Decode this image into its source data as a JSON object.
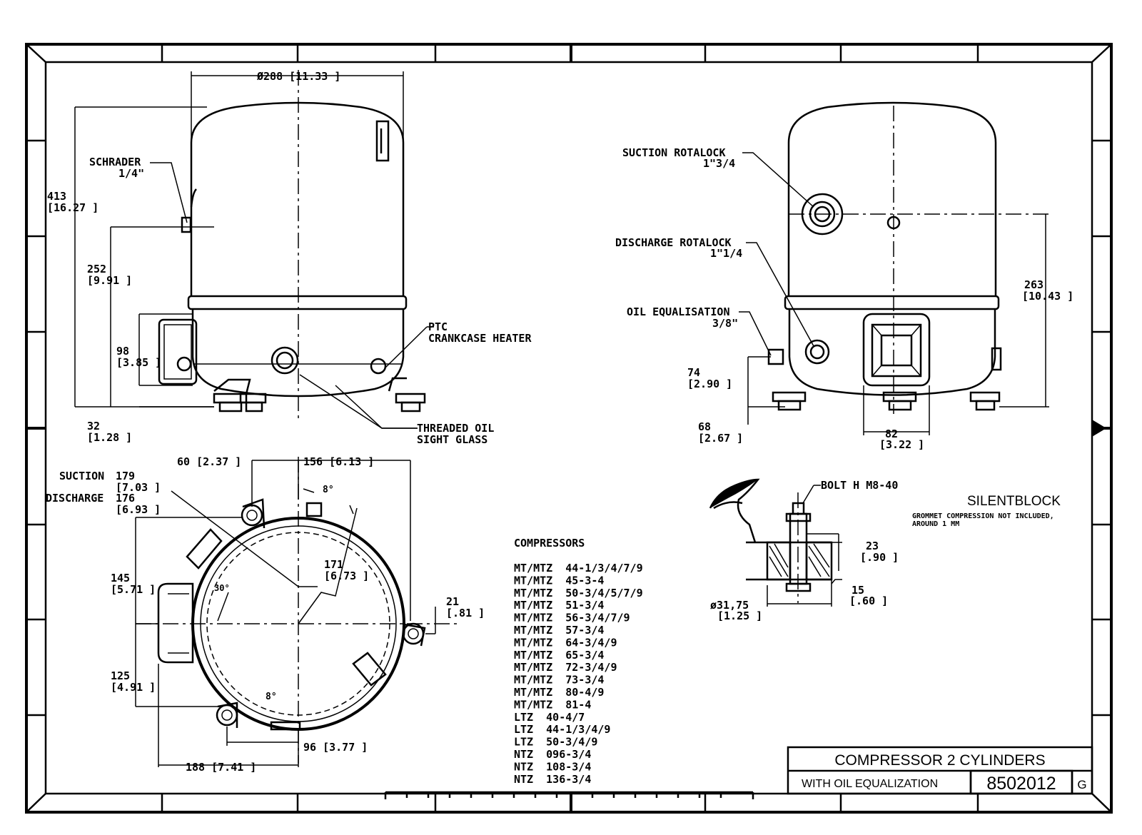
{
  "dims": {
    "diameter": "Ø288 [11.33 ]",
    "height_mm": "413",
    "height_in": "[16.27 ]",
    "schrader_h_mm": "252",
    "schrader_h_in": "[9.91 ]",
    "heater_h_mm": "98",
    "heater_h_in": "[3.85 ]",
    "foot_h_mm": "32",
    "foot_h_in": "[1.28 ]",
    "right_h_mm": "263",
    "right_h_in": "[10.43 ]",
    "oil_eq_h_mm": "74",
    "oil_eq_h_in": "[2.90 ]",
    "oil_eq_off_mm": "68",
    "oil_eq_off_in": "[2.67 ]",
    "box_w_mm": "82",
    "box_w_in": "[3.22 ]",
    "top_60": "60 [2.37 ]",
    "top_156": "156 [6.13 ]",
    "suction_lbl": "SUCTION",
    "suction_mm": "179",
    "suction_in": "[7.03 ]",
    "discharge_lbl": "DISCHARGE",
    "discharge_mm": "176",
    "discharge_in": "[6.93 ]",
    "r171_mm": "171",
    "r171_in": "[6.73 ]",
    "d145_mm": "145",
    "d145_in": "[5.71 ]",
    "d125_mm": "125",
    "d125_in": "[4.91 ]",
    "d21_mm": "21",
    "d21_in": "[.81 ]",
    "bottom_188": "188 [7.41 ]",
    "bottom_96": "96 [3.77 ]",
    "angle_8a": "8°",
    "angle_30": "30°",
    "angle_8b": "8°",
    "sb_23_mm": "23",
    "sb_23_in": "[.90 ]",
    "sb_15_mm": "15",
    "sb_15_in": "[.60 ]",
    "sb_dia_mm": "ø31,75",
    "sb_dia_in": "[1.25 ]"
  },
  "labels": {
    "schrader": "SCHRADER",
    "schrader_size": "1/4\"",
    "ptc": "PTC",
    "crankcase": "CRANKCASE HEATER",
    "threaded_oil": "THREADED OIL",
    "sight_glass": "SIGHT GLASS",
    "suction_rotalock": "SUCTION ROTALOCK",
    "suction_rotalock_size": "1\"3/4",
    "discharge_rotalock": "DISCHARGE ROTALOCK",
    "discharge_rotalock_size": "1\"1/4",
    "oil_equalisation": "OIL EQUALISATION",
    "oil_equalisation_size": "3/8\"",
    "bolt": "BOLT H M8-40",
    "silentblock": "SILENTBLOCK",
    "grommet_1": "GROMMET COMPRESSION NOT INCLUDED,",
    "grommet_2": "AROUND 1 MM"
  },
  "compressors": {
    "title": "COMPRESSORS",
    "models": [
      "MT/MTZ  44-1/3/4/7/9",
      "MT/MTZ  45-3-4",
      "MT/MTZ  50-3/4/5/7/9",
      "MT/MTZ  51-3/4",
      "MT/MTZ  56-3/4/7/9",
      "MT/MTZ  57-3/4",
      "MT/MTZ  64-3/4/9",
      "MT/MTZ  65-3/4",
      "MT/MTZ  72-3/4/9",
      "MT/MTZ  73-3/4",
      "MT/MTZ  80-4/9",
      "MT/MTZ  81-4",
      "LTZ  40-4/7",
      "LTZ  44-1/3/4/9",
      "LTZ  50-3/4/9",
      "NTZ  096-3/4",
      "NTZ  108-3/4",
      "NTZ  136-3/4"
    ]
  },
  "title_block": {
    "title": "COMPRESSOR 2 CYLINDERS",
    "subtitle": "WITH OIL EQUALIZATION",
    "drawing_number": "8502012",
    "revision": "G"
  }
}
